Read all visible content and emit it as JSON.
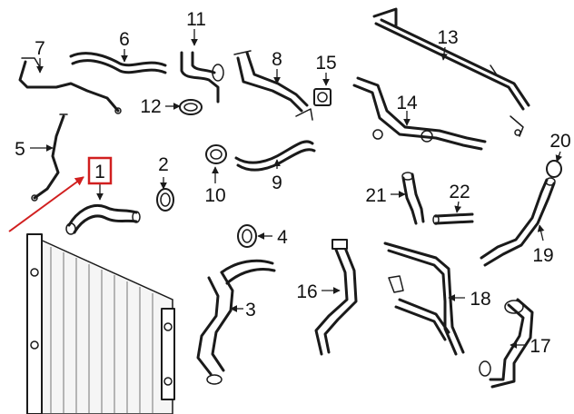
{
  "colors": {
    "line": "#1a1a1a",
    "highlight": "#d11f1f",
    "background": "#ffffff"
  },
  "highlighted_part": "1",
  "callouts": [
    {
      "id": "1",
      "label": "1"
    },
    {
      "id": "2",
      "label": "2"
    },
    {
      "id": "3",
      "label": "3"
    },
    {
      "id": "4",
      "label": "4"
    },
    {
      "id": "5",
      "label": "5"
    },
    {
      "id": "6",
      "label": "6"
    },
    {
      "id": "7",
      "label": "7"
    },
    {
      "id": "8",
      "label": "8"
    },
    {
      "id": "9",
      "label": "9"
    },
    {
      "id": "10",
      "label": "10"
    },
    {
      "id": "11",
      "label": "11"
    },
    {
      "id": "12",
      "label": "12"
    },
    {
      "id": "13",
      "label": "13"
    },
    {
      "id": "14",
      "label": "14"
    },
    {
      "id": "15",
      "label": "15"
    },
    {
      "id": "16",
      "label": "16"
    },
    {
      "id": "17",
      "label": "17"
    },
    {
      "id": "18",
      "label": "18"
    },
    {
      "id": "19",
      "label": "19"
    },
    {
      "id": "20",
      "label": "20"
    },
    {
      "id": "21",
      "label": "21"
    },
    {
      "id": "22",
      "label": "22"
    }
  ]
}
